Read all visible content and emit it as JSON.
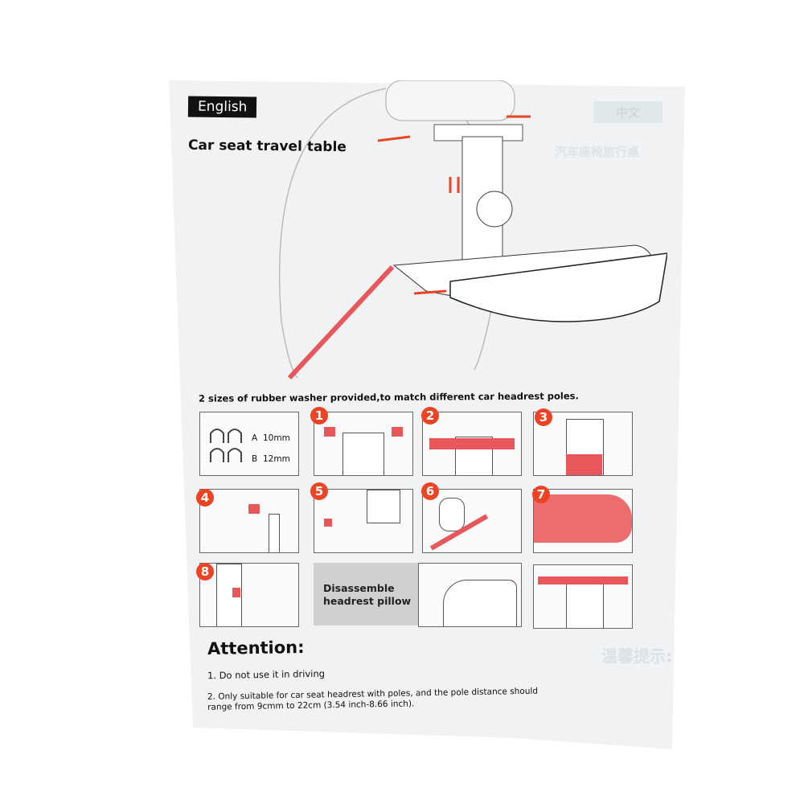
{
  "header": {
    "language_label": "English",
    "language_label_cn": "中文",
    "title": "Car seat travel table",
    "title_cn": "汽车座椅旅行桌"
  },
  "washer": {
    "intro": "2 sizes of rubber washer provided,to match different car headrest poles.",
    "sizes": [
      {
        "label": "A",
        "size": "10mm"
      },
      {
        "label": "B",
        "size": "12mm"
      }
    ]
  },
  "steps": [
    "1",
    "2",
    "3",
    "4",
    "5",
    "6",
    "7",
    "8"
  ],
  "disassemble_label": "Disassemble headrest pillow",
  "attention": {
    "heading": "Attention:",
    "heading_cn": "温馨提示:",
    "notes": [
      "1. Do not use it in driving",
      "2. Only suitable for car seat headrest with poles, and the pole distance should range from 9cmm to 22cm (3.54 inch-8.66 inch)."
    ]
  },
  "colors": {
    "accent": "#ee4323",
    "paper": "#f1f2f3"
  }
}
